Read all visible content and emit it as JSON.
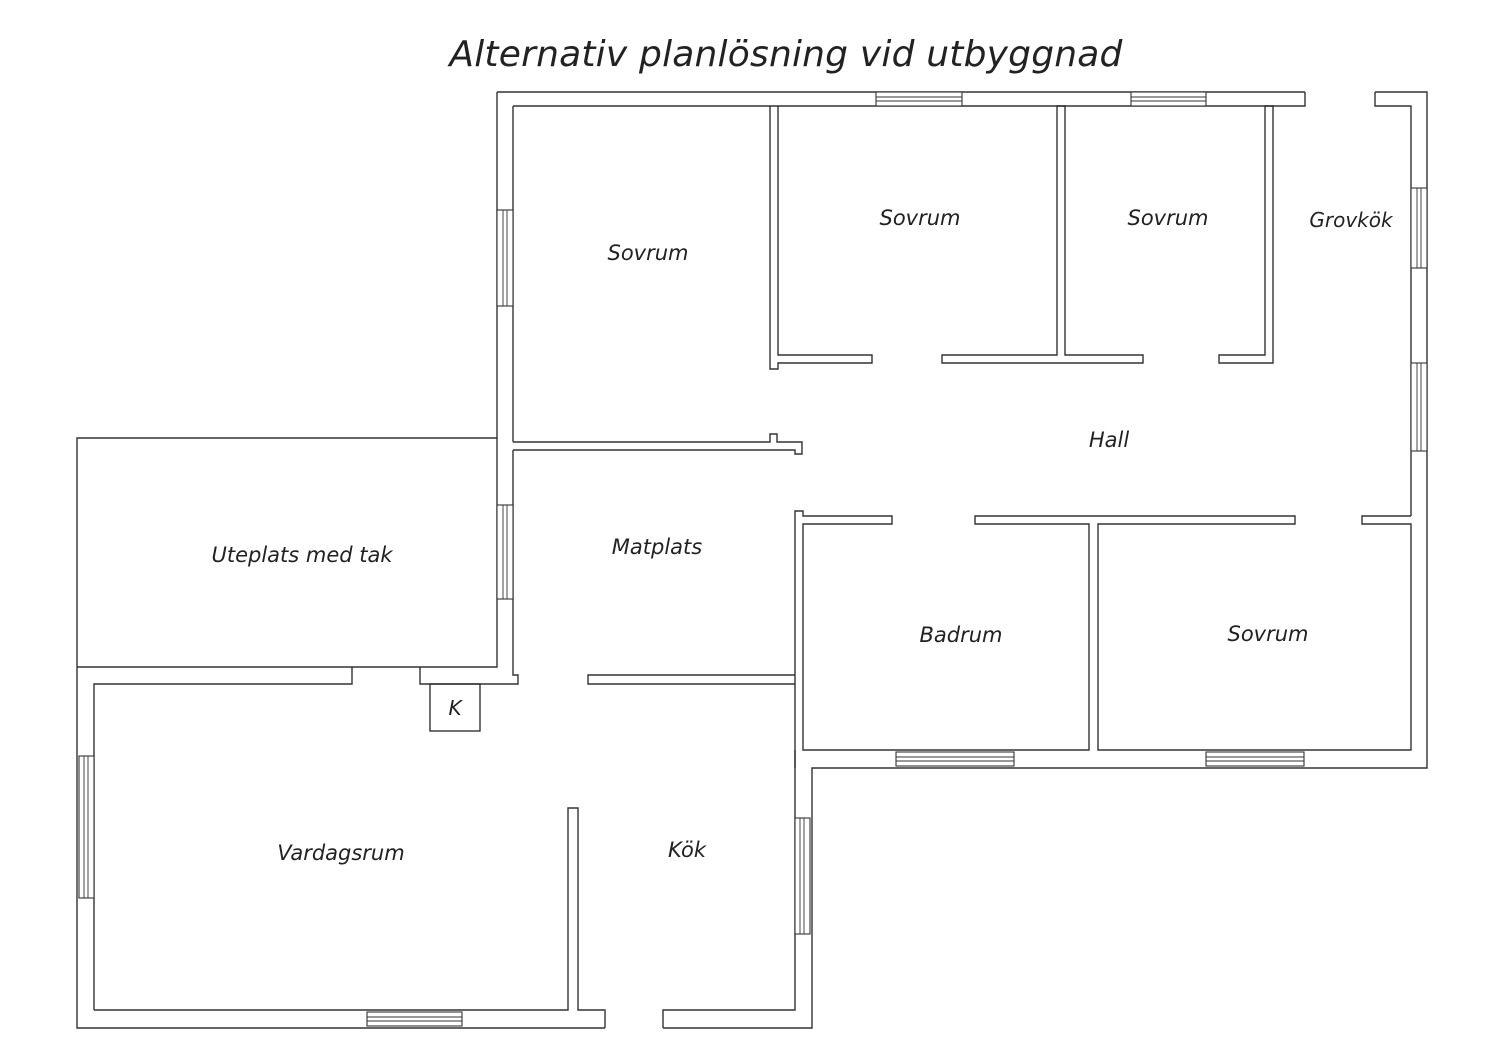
{
  "title": "Alternativ planlösning vid utbyggnad",
  "rooms": {
    "sovrum_1": "Sovrum",
    "sovrum_2": "Sovrum",
    "sovrum_3": "Sovrum",
    "grovkok": "Grovkök",
    "hall": "Hall",
    "uteplats": "Uteplats med tak",
    "matplats": "Matplats",
    "badrum": "Badrum",
    "sovrum_4": "Sovrum",
    "k": "K",
    "vardagsrum": "Vardagsrum",
    "kok": "Kök"
  }
}
